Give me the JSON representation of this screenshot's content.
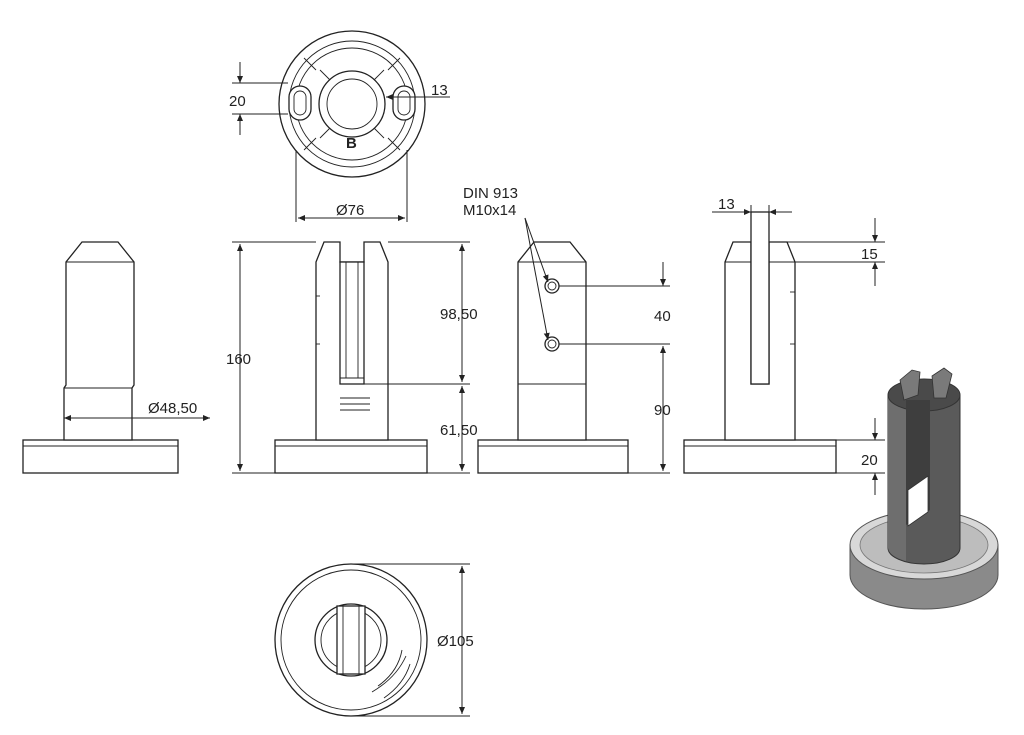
{
  "drawing": {
    "top_view": {
      "slot_height": "20",
      "bolt_hole": "13",
      "flange_diameter": "Ø76"
    },
    "front_view": {
      "post_diameter": "Ø48,50"
    },
    "section_view": {
      "total_height": "160",
      "slot_depth": "98,50",
      "body_height": "61,50"
    },
    "side_view": {
      "screw_spec_line1": "DIN 913",
      "screw_spec_line2": "M10x14",
      "screw_spacing": "40",
      "lower_screw_height": "90"
    },
    "right_view": {
      "slot_width": "13",
      "chamfer_height": "15",
      "base_height": "20"
    },
    "bottom_view": {
      "base_diameter": "Ø105"
    }
  },
  "colors": {
    "line": "#222222",
    "render_body": "#5a5a5a",
    "render_base": "#9a9a9a"
  }
}
